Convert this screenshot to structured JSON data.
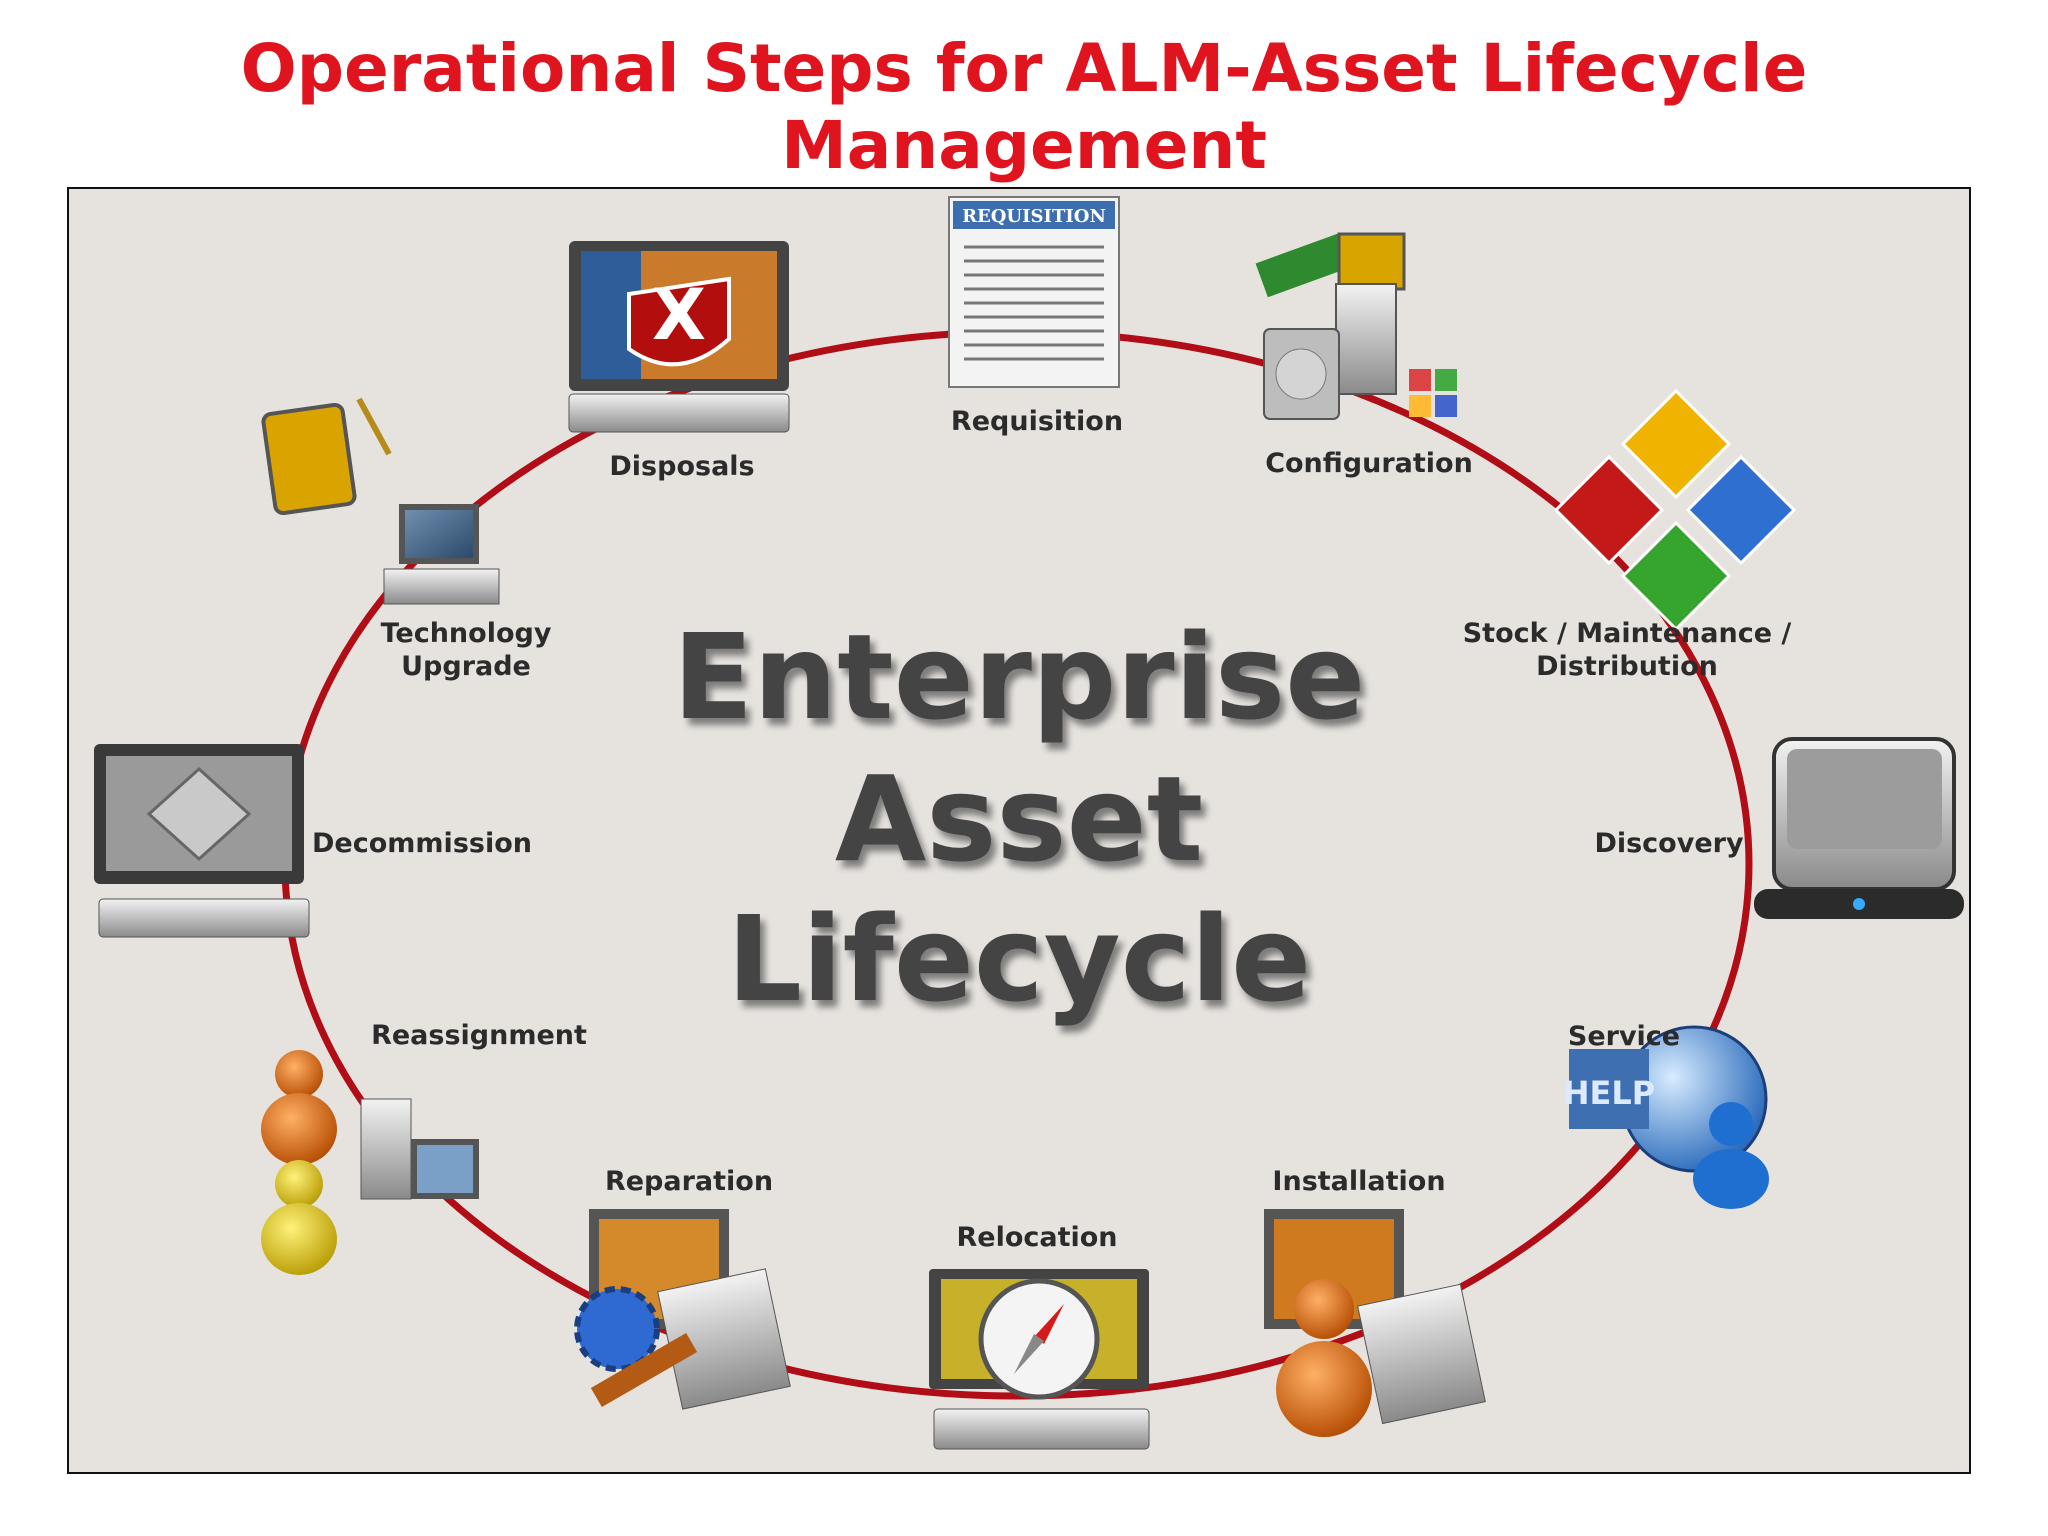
{
  "title": "Operational Steps for ALM-Asset Lifecycle Management",
  "diagram": {
    "center_lines": [
      "Enterprise",
      "Asset",
      "Lifecycle"
    ],
    "steps": {
      "requisition": "Requisition",
      "configuration": "Configuration",
      "stock_line1": "Stock / Maintenance /",
      "stock_line2": "Distribution",
      "discovery": "Discovery",
      "service": "Service",
      "installation": "Installation",
      "relocation": "Relocation",
      "reparation": "Reparation",
      "reassignment": "Reassignment",
      "decommission": "Decommission",
      "tech_line1": "Technology",
      "tech_line2": "Upgrade",
      "disposals": "Disposals"
    },
    "icon_text": {
      "requisition_form": "REQUISITION",
      "help_sign": "HELP"
    },
    "icons": [
      "disposal-shield-icon",
      "requisition-form-icon",
      "configuration-hardware-icon",
      "windows-logo-icon",
      "hard-drive-icon",
      "help-globe-icon",
      "installation-user-icon",
      "compass-monitor-icon",
      "repair-tools-icon",
      "reassign-users-icon",
      "recycle-monitor-icon",
      "pda-upgrade-icon"
    ],
    "colors": {
      "title": "#e0141e",
      "ring": "#b10d17",
      "background": "#e6e3df"
    }
  }
}
